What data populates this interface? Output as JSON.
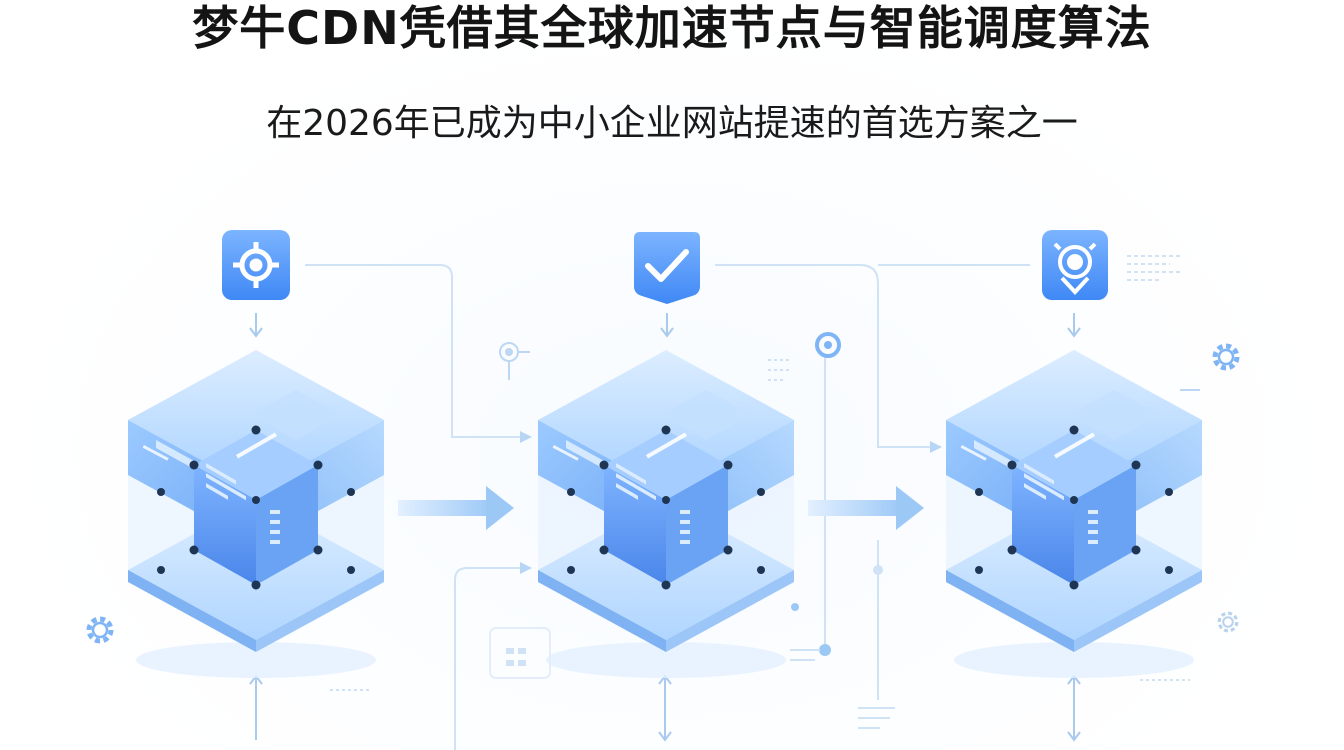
{
  "header": {
    "title": "梦牛CDN凭借其全球加速节点与智能调度算法",
    "subtitle": "在2026年已成为中小企业网站提速的首选方案之一"
  },
  "diagram": {
    "nodes": [
      {
        "name": "node-1",
        "badge_icon": "target-icon"
      },
      {
        "name": "node-2",
        "badge_icon": "check-shield-icon"
      },
      {
        "name": "node-3",
        "badge_icon": "radar-icon"
      }
    ],
    "colors": {
      "cube_light": "#cfe6ff",
      "cube_mid": "#8fc2ff",
      "cube_dark": "#5f9cf5",
      "badge": "#4d96ff",
      "line": "#c5ddf5",
      "arrow": "#a9d0f7",
      "accent": "#6aa9f5",
      "text": "#141414"
    }
  }
}
